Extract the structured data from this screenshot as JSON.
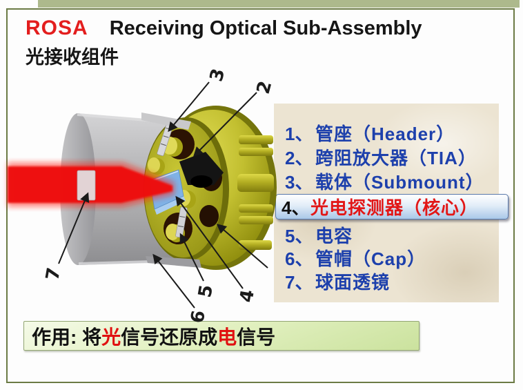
{
  "title": {
    "acronym": "ROSA",
    "en": "Receiving Optical Sub-Assembly",
    "zh": "光接收组件"
  },
  "legend": {
    "items": [
      {
        "num": "1、",
        "label": "管座（Header）"
      },
      {
        "num": "2、",
        "label": "跨阻放大器（TIA）"
      },
      {
        "num": "3、",
        "label": "载体（Submount）"
      },
      {
        "num": "4、",
        "label": "光电探测器（核心）",
        "highlighted": true
      },
      {
        "num": "5、",
        "label": "电容"
      },
      {
        "num": "6、",
        "label": "管帽（Cap）"
      },
      {
        "num": "7、",
        "label": "球面透镜"
      }
    ]
  },
  "action_bar": {
    "segments": [
      {
        "text": "作用: 将",
        "red": false
      },
      {
        "text": "光",
        "red": true
      },
      {
        "text": "信号还原成",
        "red": false
      },
      {
        "text": "电",
        "red": true
      },
      {
        "text": "信号",
        "red": false
      }
    ]
  },
  "diagram": {
    "callout_numbers": {
      "n2": "2",
      "n3": "3",
      "n4": "4",
      "n5": "5",
      "n6": "6",
      "n7": "7"
    }
  },
  "colors": {
    "title_red": "#e31e1e",
    "legend_blue": "#1d40ac",
    "highlight_text_red": "#e21717",
    "highlight_fill_blue": "#aac8e8",
    "frame_olive": "#6b7a44",
    "top_band_green": "#adb98c",
    "panel_beige": "#ece4d2",
    "action_bar_green": "#dcecb4",
    "laser_red": "#ee0e0e",
    "header_gold": "#b8b62a",
    "cap_gray": "#b2b2b4",
    "detector_blue": "#7fb2e6"
  }
}
